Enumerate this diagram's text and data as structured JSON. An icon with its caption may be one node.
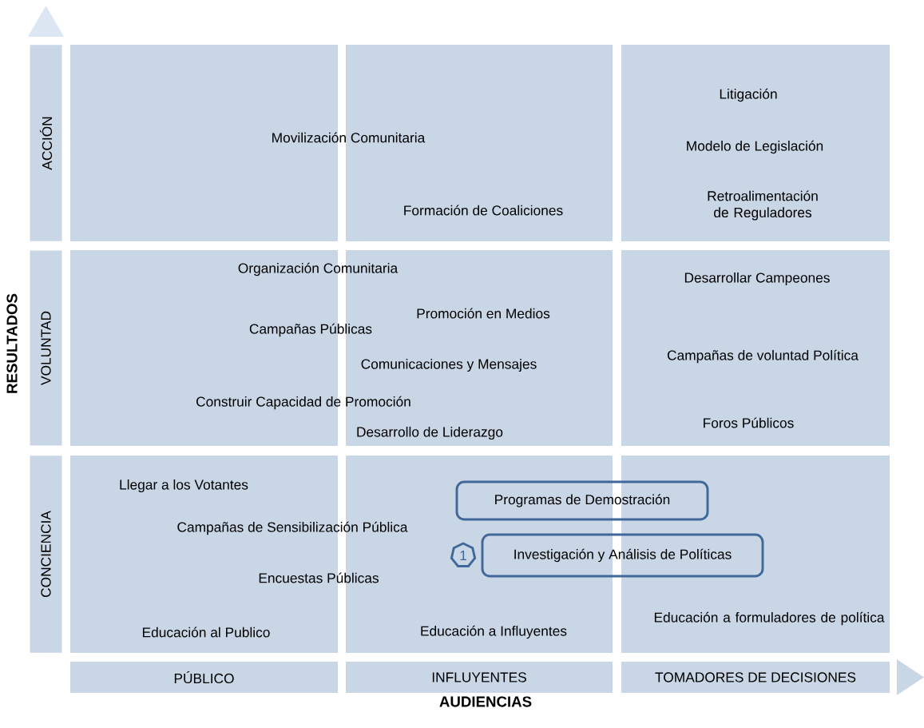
{
  "diagram": {
    "nodes": [
      {
        "text": [
          "ACCIÓN"
        ]
      },
      {
        "text": [
          "VOLUNTAD"
        ]
      },
      {
        "text": [
          "CONCIENCIA"
        ]
      },
      {
        "text": [
          "PÚBLICO"
        ]
      },
      {
        "text": [
          "INFLUYENTES"
        ]
      },
      {
        "text": [
          "TOMADORES DE DECISIONES"
        ]
      },
      {
        "text": [
          "Programas de Demostración"
        ]
      },
      {
        "text": [
          "1"
        ]
      },
      {
        "text": [
          "Investigación y Análisis de Políticas"
        ]
      }
    ],
    "labels": [
      "Litigación",
      "Movilización Comunitaria",
      "Modelo de Legislación",
      "Retroalimentación de Reguladores",
      "Formación de Coaliciones",
      "Organización Comunitaria",
      "Desarrollar Campeones",
      "Promoción en Medios",
      "Campañas Públicas",
      "RESULTADOS",
      "Campañas de voluntad Política",
      "Comunicaciones y Mensajes",
      "Construir Capacidad de Promoción",
      "Foros Públicos",
      "Desarrollo de Liderazgo",
      "Llegar a los Votantes",
      "Campañas de Sensibilización Pública",
      "Encuestas Públicas",
      "Educación a formuladores de política",
      "Educación al Publico",
      "Educación a Influyentes",
      "AUDIENCIAS"
    ]
  }
}
